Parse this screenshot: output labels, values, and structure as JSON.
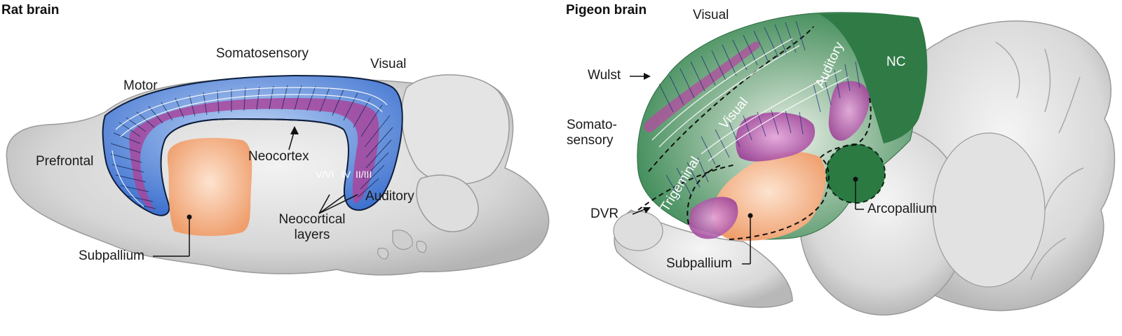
{
  "rat": {
    "title": "Rat brain",
    "labels": {
      "somatosensory": "Somatosensory",
      "motor": "Motor",
      "visual": "Visual",
      "prefrontal": "Prefrontal",
      "neocortex": "Neocortex",
      "layers_v_vi": "V/VI",
      "layers_iv": "IV",
      "layers_ii_iii": "II/III",
      "auditory": "Auditory",
      "neocortical_line1": "Neocortical",
      "neocortical_line2": "layers",
      "subpallium": "Subpallium"
    }
  },
  "pigeon": {
    "title": "Pigeon brain",
    "labels": {
      "visual_top": "Visual",
      "wulst": "Wulst",
      "somato_line1": "Somato-",
      "somato_line2": "sensory",
      "visual_inner": "Visual",
      "auditory_inner": "Auditory",
      "trigeminal": "Trigeminal",
      "nc": "NC",
      "dvr": "DVR",
      "arcopallium": "Arcopallium",
      "subpallium": "Subpallium"
    }
  },
  "colors": {
    "brain_gray": "#d9d9d9",
    "neocortex_blue": "#4a7fd4",
    "layer_magenta": "#a0459b",
    "subpallium_orange": "#f0a77a",
    "pallium_green": "#3d8a5a",
    "nc_dark_green": "#2f7a45"
  }
}
